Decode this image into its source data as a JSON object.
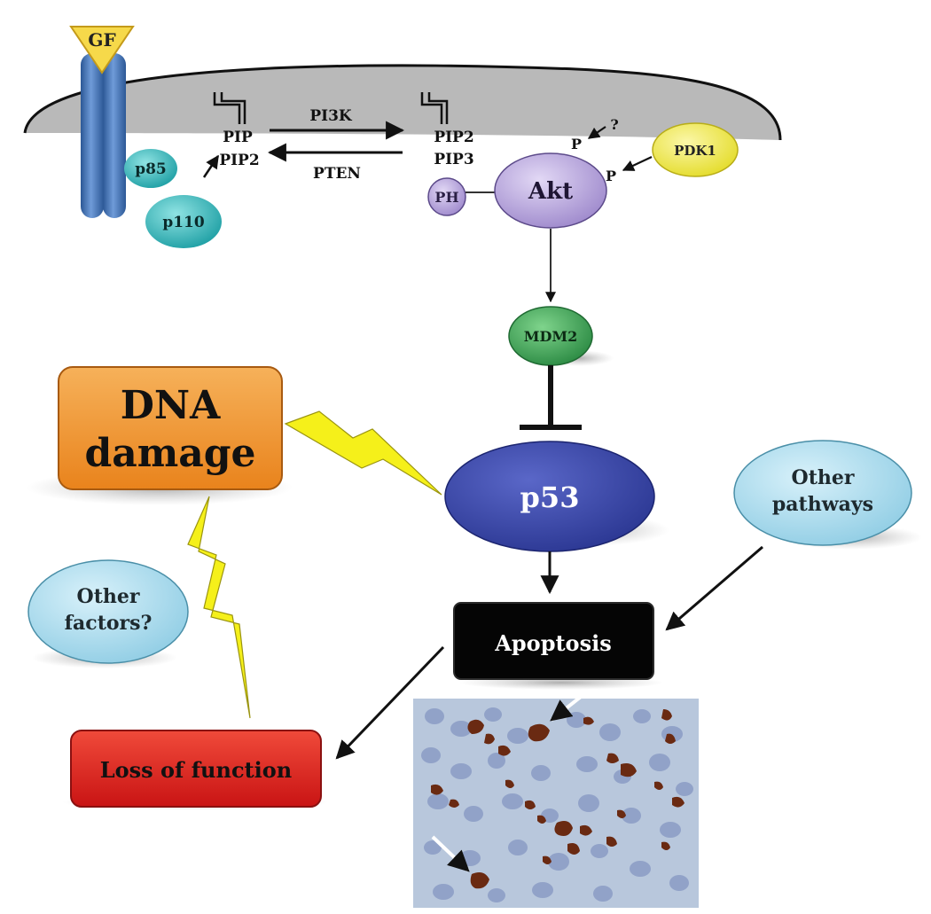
{
  "membrane": {
    "growth_factor": "GF",
    "p85": "p85",
    "p110": "p110",
    "pip_left": "PIP",
    "pip2_left": "PIP2",
    "pi3k": "PI3K",
    "pten": "PTEN",
    "pip2_right": "PIP2",
    "pip3_right": "PIP3",
    "ph": "PH",
    "akt": "Akt",
    "p_upper": "P",
    "question": "?",
    "p_lower": "P",
    "pdk1": "PDK1"
  },
  "pathway": {
    "mdm2": "MDM2",
    "p53": "p53",
    "apoptosis": "Apoptosis",
    "other_pathways_line1": "Other",
    "other_pathways_line2": "pathways",
    "dna_line1": "DNA",
    "dna_line2": "damage",
    "other_factors_line1": "Other",
    "other_factors_line2": "factors?",
    "loss_of_function": "Loss of function"
  },
  "colors": {
    "receptor": "#3f6fb6",
    "teal": "#39b8b8",
    "lavender": "#b6a6dc",
    "yellow": "#f2ec4c",
    "green": "#3aa655",
    "p53_blue": "#3543a6",
    "light_blue": "#a9dcef",
    "orange": "#f0902a",
    "red": "#e02020",
    "black_box": "#050505",
    "lightning": "#f5f01a"
  }
}
